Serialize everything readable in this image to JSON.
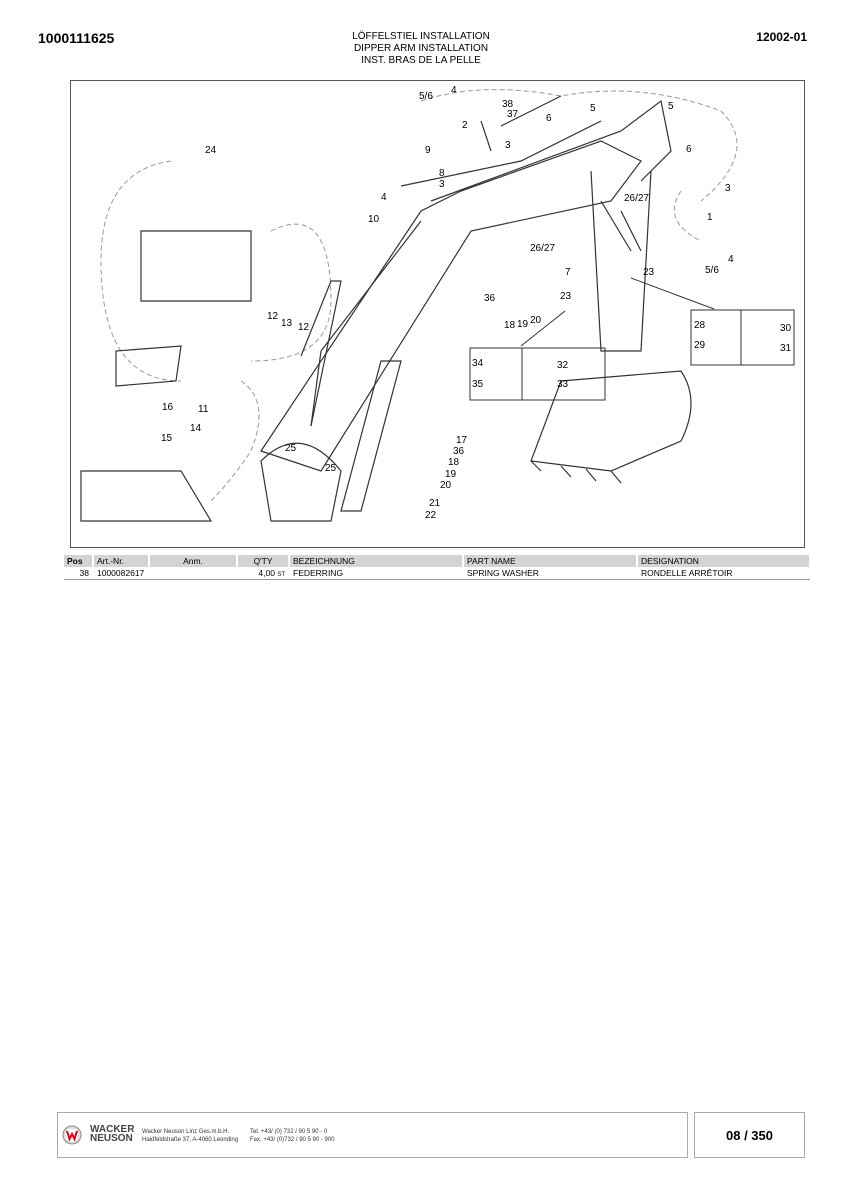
{
  "header": {
    "doc_number": "1000111625",
    "page_ref": "12002-01",
    "titles": [
      "LÖFFELSTIEL INSTALLATION",
      "DIPPER ARM INSTALLATION",
      "INST. BRAS DE LA PELLE"
    ]
  },
  "drawing": {
    "callouts": [
      "5/6",
      "4",
      "38",
      "37",
      "2",
      "6",
      "5",
      "5",
      "6",
      "3",
      "9",
      "24",
      "8",
      "3",
      "4",
      "10",
      "26/27",
      "3",
      "1",
      "26/27",
      "4",
      "5/6",
      "7",
      "23",
      "23",
      "36",
      "18",
      "19",
      "20",
      "28",
      "30",
      "29",
      "31",
      "12",
      "13",
      "12",
      "34",
      "32",
      "35",
      "33",
      "16",
      "11",
      "14",
      "15",
      "17",
      "36",
      "18",
      "19",
      "20",
      "21",
      "22",
      "25",
      "25"
    ]
  },
  "table": {
    "headers": [
      "Pos",
      "Art.-Nr.",
      "Anm.",
      "Q'TY",
      "BEZEICHNUNG",
      "PART NAME",
      "DESIGNATION"
    ],
    "rows": [
      {
        "pos": "38",
        "art": "1000082617",
        "anm": "",
        "qty": "4,00",
        "unit": "ST",
        "bez": "FEDERRING",
        "name": "SPRING WASHER",
        "des": "RONDELLE ARRÊTOIR"
      }
    ]
  },
  "footer": {
    "brand_line1": "WACKER",
    "brand_line2": "NEUSON",
    "company": "Wacker Neuson Linz  Ges.m.b.H.",
    "address": "Haidfeldstraße 37, A-4060 Leonding",
    "tel": "Tel. +43/ (0) 732 / 90 5 90 - 0",
    "fax": "Fax. +43/ (0)732 / 90 5 90 - 900",
    "page": "08 / 350",
    "brand_color": "#e2001a"
  }
}
